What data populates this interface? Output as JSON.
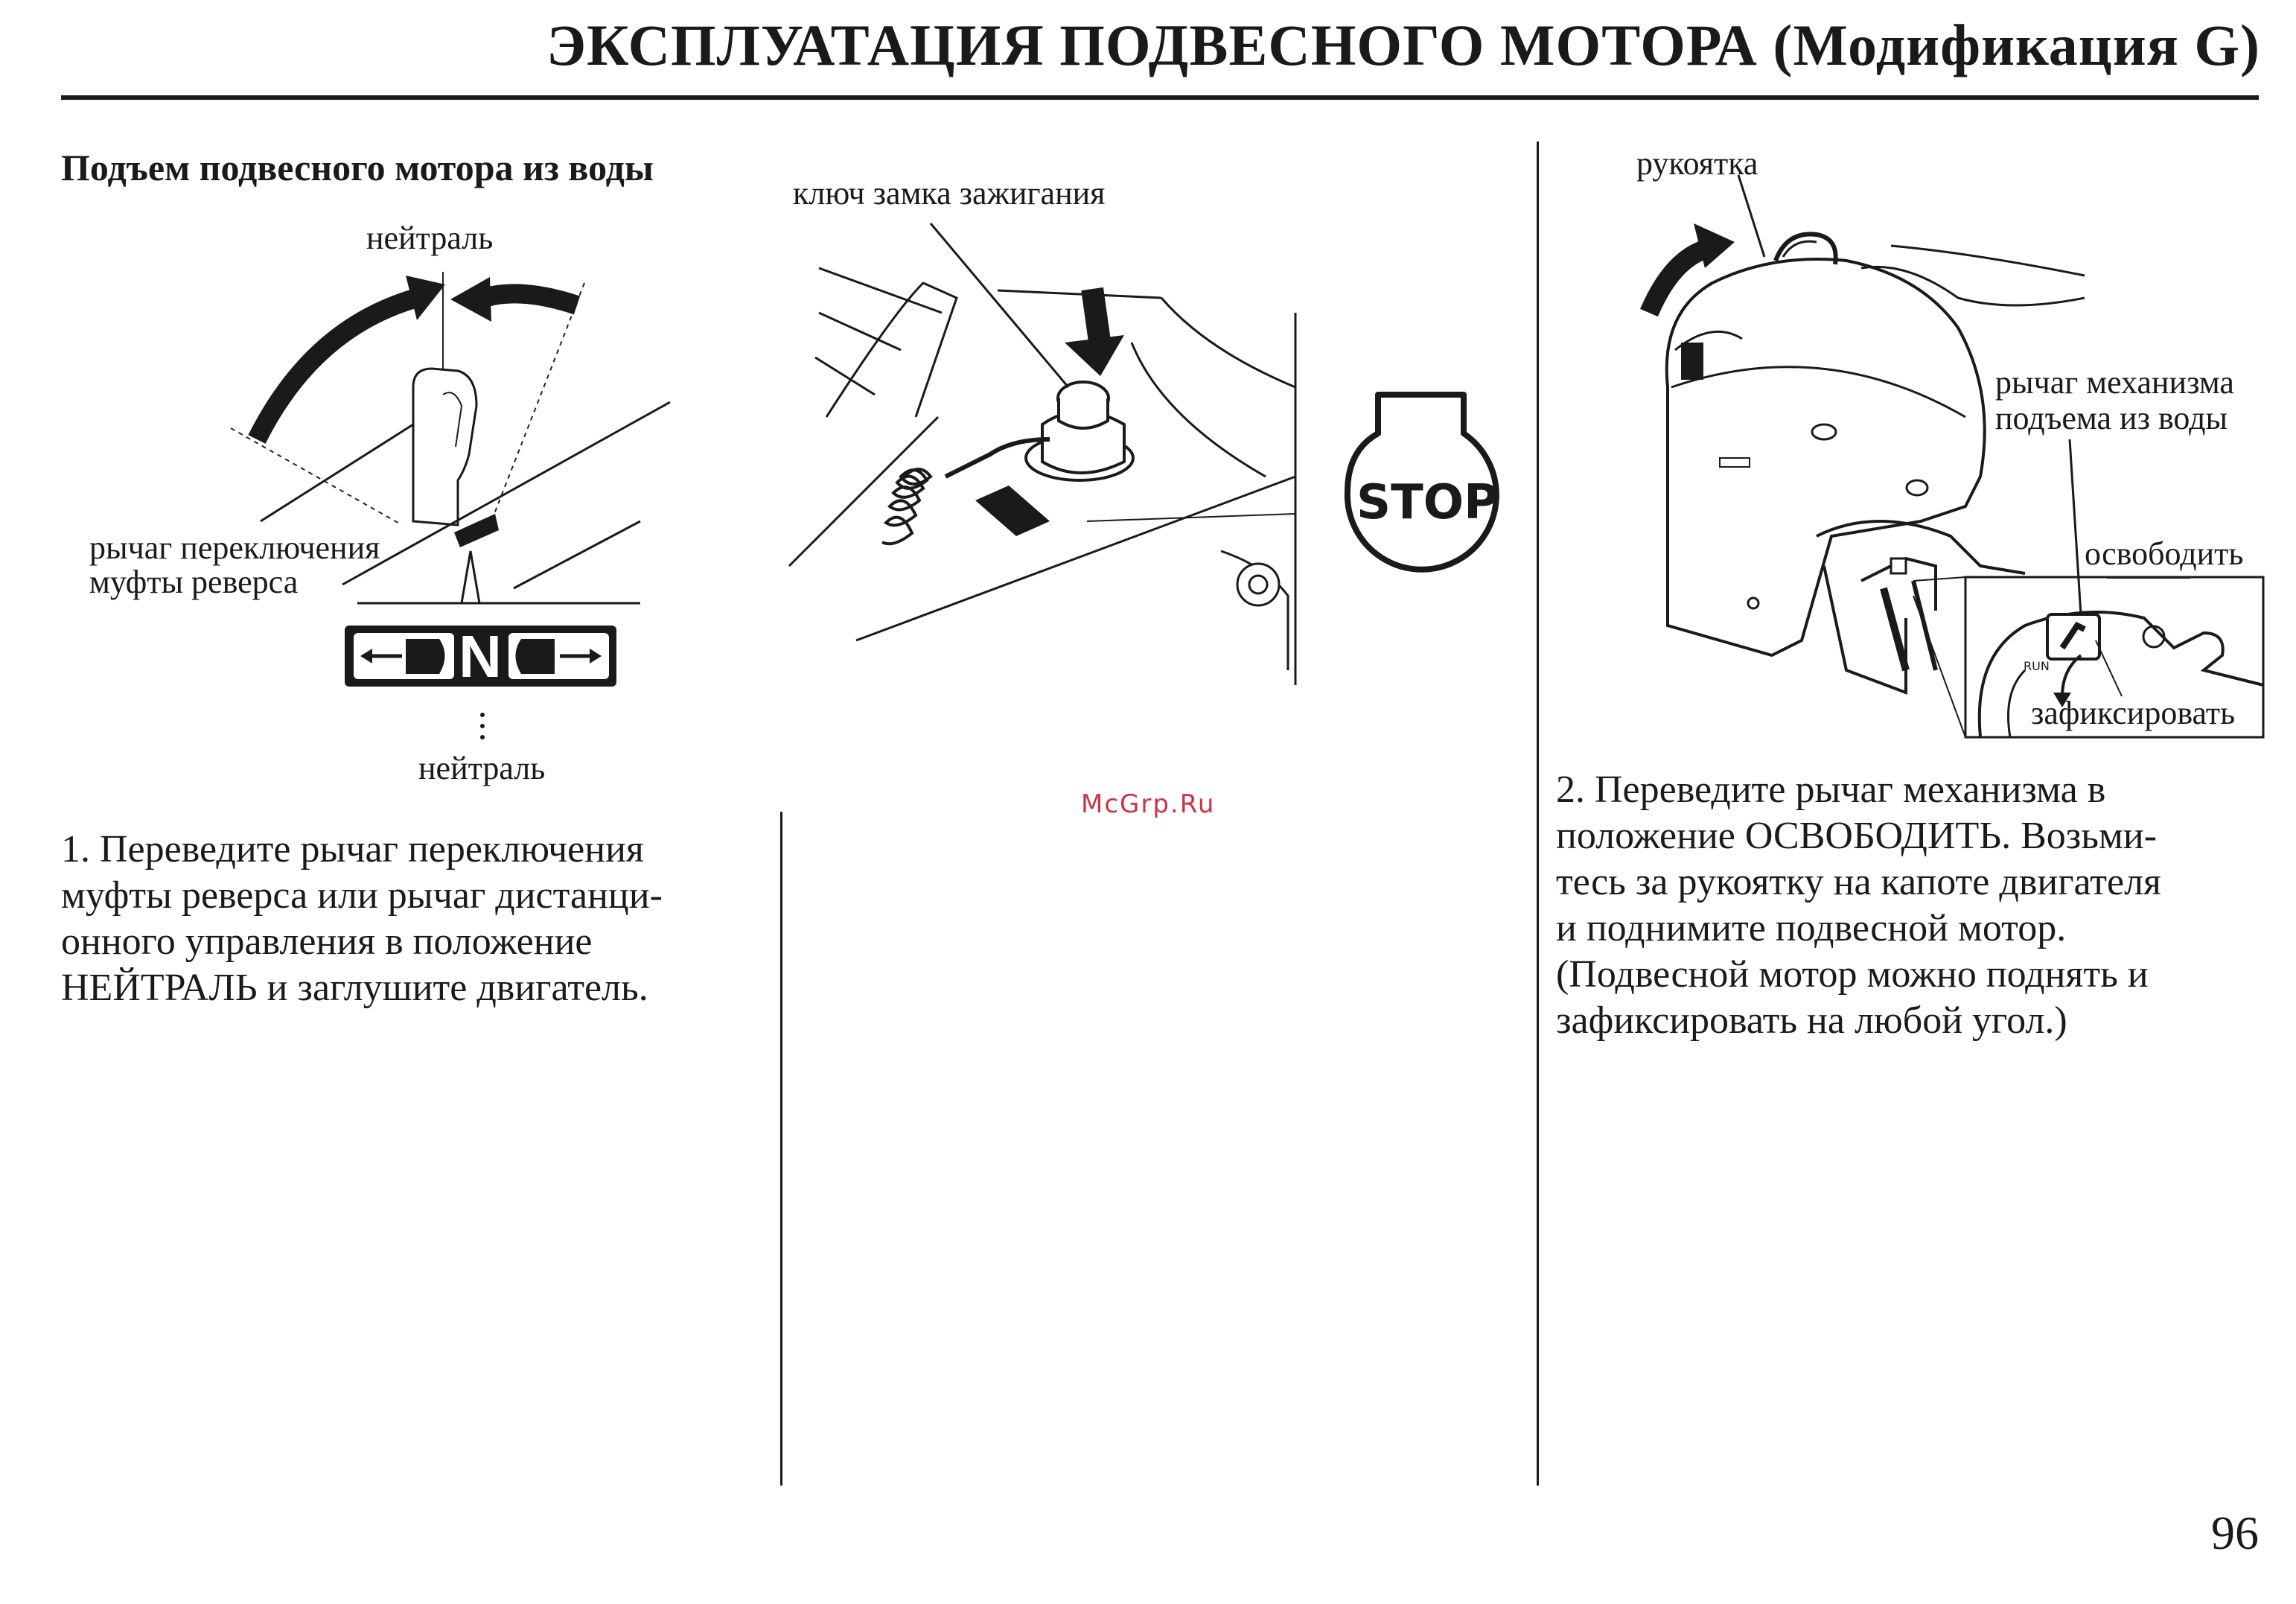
{
  "header": {
    "title": "ЭКСПЛУАТАЦИЯ ПОДВЕСНОГО МОТОРА (Модификация G)"
  },
  "section": {
    "heading": "Подъем подвесного мотора из воды"
  },
  "figure1": {
    "label_neutral_top": "нейтраль",
    "label_lever_line1": "рычаг переключения",
    "label_lever_line2": "муфты реверса",
    "label_neutral_bottom": "нейтраль",
    "indicator_letter": "N"
  },
  "figure2": {
    "label_key": "ключ замка зажигания",
    "stop_text": "STOP"
  },
  "figure3": {
    "label_handle": "рукоятка",
    "label_tilt_line1": "рычаг механизма",
    "label_tilt_line2": "подъема из воды",
    "label_release": "освободить",
    "label_lock": "зафиксировать",
    "label_run": "RUN"
  },
  "step1": {
    "lines": [
      "1. Переведите рычаг переключения",
      "муфты реверса или рычаг дистанци-",
      "онного управления в положение",
      "НЕЙТРАЛЬ и заглушите двигатель."
    ]
  },
  "step2": {
    "lines": [
      "2. Переведите рычаг механизма в",
      "положение ОСВОБОДИТЬ. Возьми-",
      "тесь за рукоятку на капоте двигателя",
      "и поднимите подвесной мотор.",
      "(Подвесной мотор можно поднять и",
      "зафиксировать на любой угол.)"
    ]
  },
  "watermark": "McGrp.Ru",
  "page_number": "96"
}
